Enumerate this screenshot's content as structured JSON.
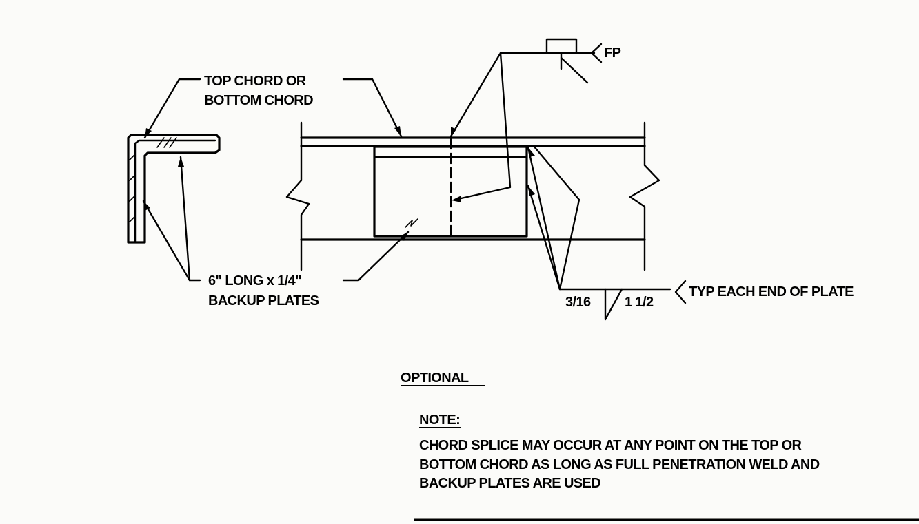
{
  "labels": {
    "chord_line1": "TOP CHORD OR",
    "chord_line2": "BOTTOM CHORD",
    "plates_line1": "6\" LONG x 1/4\"",
    "plates_line2": "BACKUP PLATES",
    "field_weld": "FP",
    "weld_size": "3/16",
    "weld_length": "1 1/2",
    "weld_tail": "TYP EACH END OF PLATE"
  },
  "optional_heading": "OPTIONAL",
  "note": {
    "heading": "NOTE:",
    "line1": "CHORD SPLICE MAY OCCUR AT ANY POINT ON THE TOP OR",
    "line2": "BOTTOM CHORD AS LONG AS FULL PENETRATION WELD AND",
    "line3": "BACKUP PLATES ARE USED"
  }
}
